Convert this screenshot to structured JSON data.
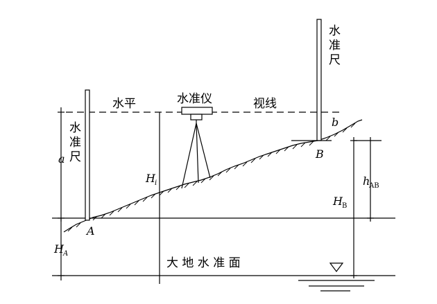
{
  "labels": {
    "staff_right": [
      "水",
      "准",
      "尺"
    ],
    "staff_left": [
      "水",
      "准",
      "尺"
    ],
    "level_instrument": "水准仪",
    "sight_left": "水平",
    "sight_right": "视线",
    "datum": "大 地 水 准 面",
    "point_a": "A",
    "point_b": "B",
    "reading_a": "a",
    "reading_b": "b",
    "height_a": "H",
    "height_a_sub": "A",
    "height_i": "H",
    "height_i_sub": "i",
    "height_b": "H",
    "height_b_sub": "B",
    "height_ab": "h",
    "height_ab_sub": "AB"
  }
}
